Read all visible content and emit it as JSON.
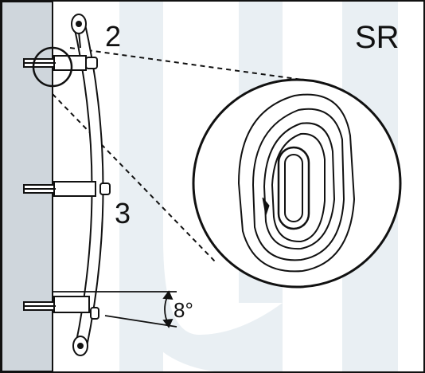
{
  "labels": {
    "corner_code": "SR",
    "step_2": "2",
    "step_3": "3",
    "angle": "8°"
  },
  "colors": {
    "wall": "#cfd6dc",
    "watermark": "#e9eff3",
    "line": "#111111",
    "background": "#ffffff"
  }
}
